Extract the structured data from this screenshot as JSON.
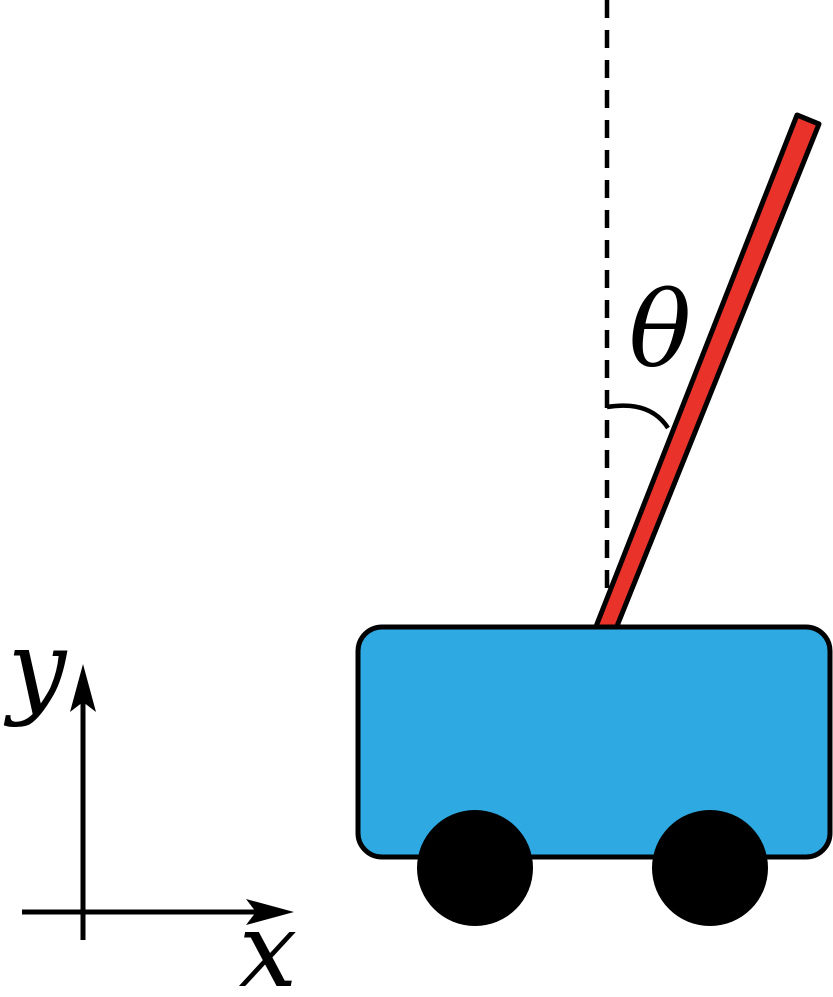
{
  "labels": {
    "theta": "θ",
    "y_axis": "y",
    "x_axis": "x"
  },
  "colors": {
    "cart": "#2EA9E1",
    "pole": "#E8322A",
    "wheels": "#000000",
    "outline": "#000000",
    "background": "#FFFFFF"
  },
  "icons": {
    "axis_arrows": "arrow-head"
  }
}
